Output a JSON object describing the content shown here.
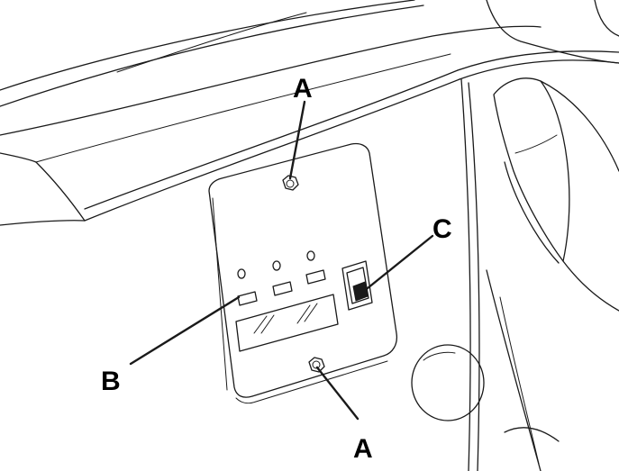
{
  "callouts": {
    "top_screw": "A",
    "display": "B",
    "switch": "C",
    "bottom_screw": "A"
  },
  "colors": {
    "line": "#1a1a1a",
    "background": "#ffffff"
  }
}
